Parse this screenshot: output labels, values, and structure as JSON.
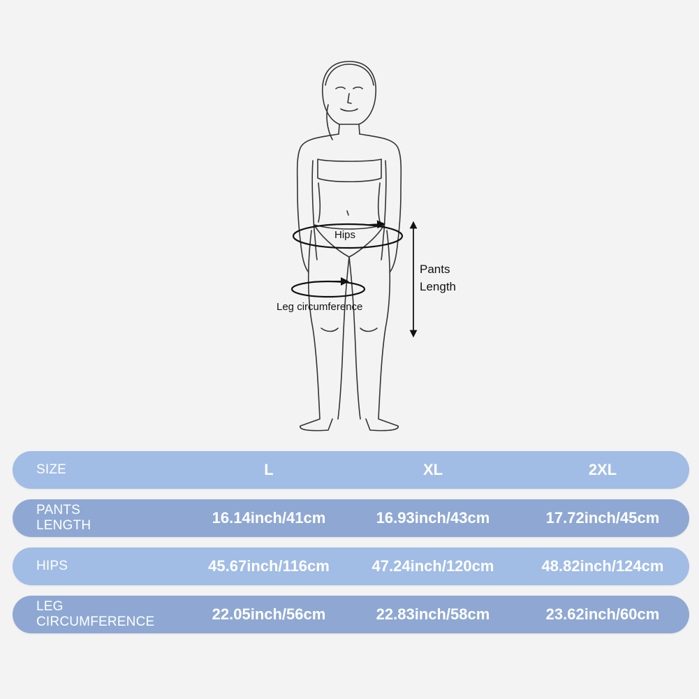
{
  "figure": {
    "labels": {
      "hips": "Hips",
      "pants_length_line1": "Pants",
      "pants_length_line2": "Length",
      "leg_circumference": "Leg circumference"
    }
  },
  "table": {
    "header": {
      "label": "SIZE",
      "sizes": [
        "L",
        "XL",
        "2XL"
      ]
    },
    "rows": [
      {
        "label_line1": "PANTS",
        "label_line2": "LENGTH",
        "values": [
          "16.14inch/41cm",
          "16.93inch/43cm",
          "17.72inch/45cm"
        ]
      },
      {
        "label_line1": "HIPS",
        "label_line2": "",
        "values": [
          "45.67inch/116cm",
          "47.24inch/120cm",
          "48.82inch/124cm"
        ]
      },
      {
        "label_line1": "LEG",
        "label_line2": "CIRCUMFERENCE",
        "values": [
          "22.05inch/56cm",
          "22.83inch/58cm",
          "23.62inch/60cm"
        ]
      }
    ]
  },
  "colors": {
    "background": "#f3f3f3",
    "row_blue": "#9bb5df",
    "row_blue_dark": "#8ea8d3",
    "text": "#ffffff"
  }
}
